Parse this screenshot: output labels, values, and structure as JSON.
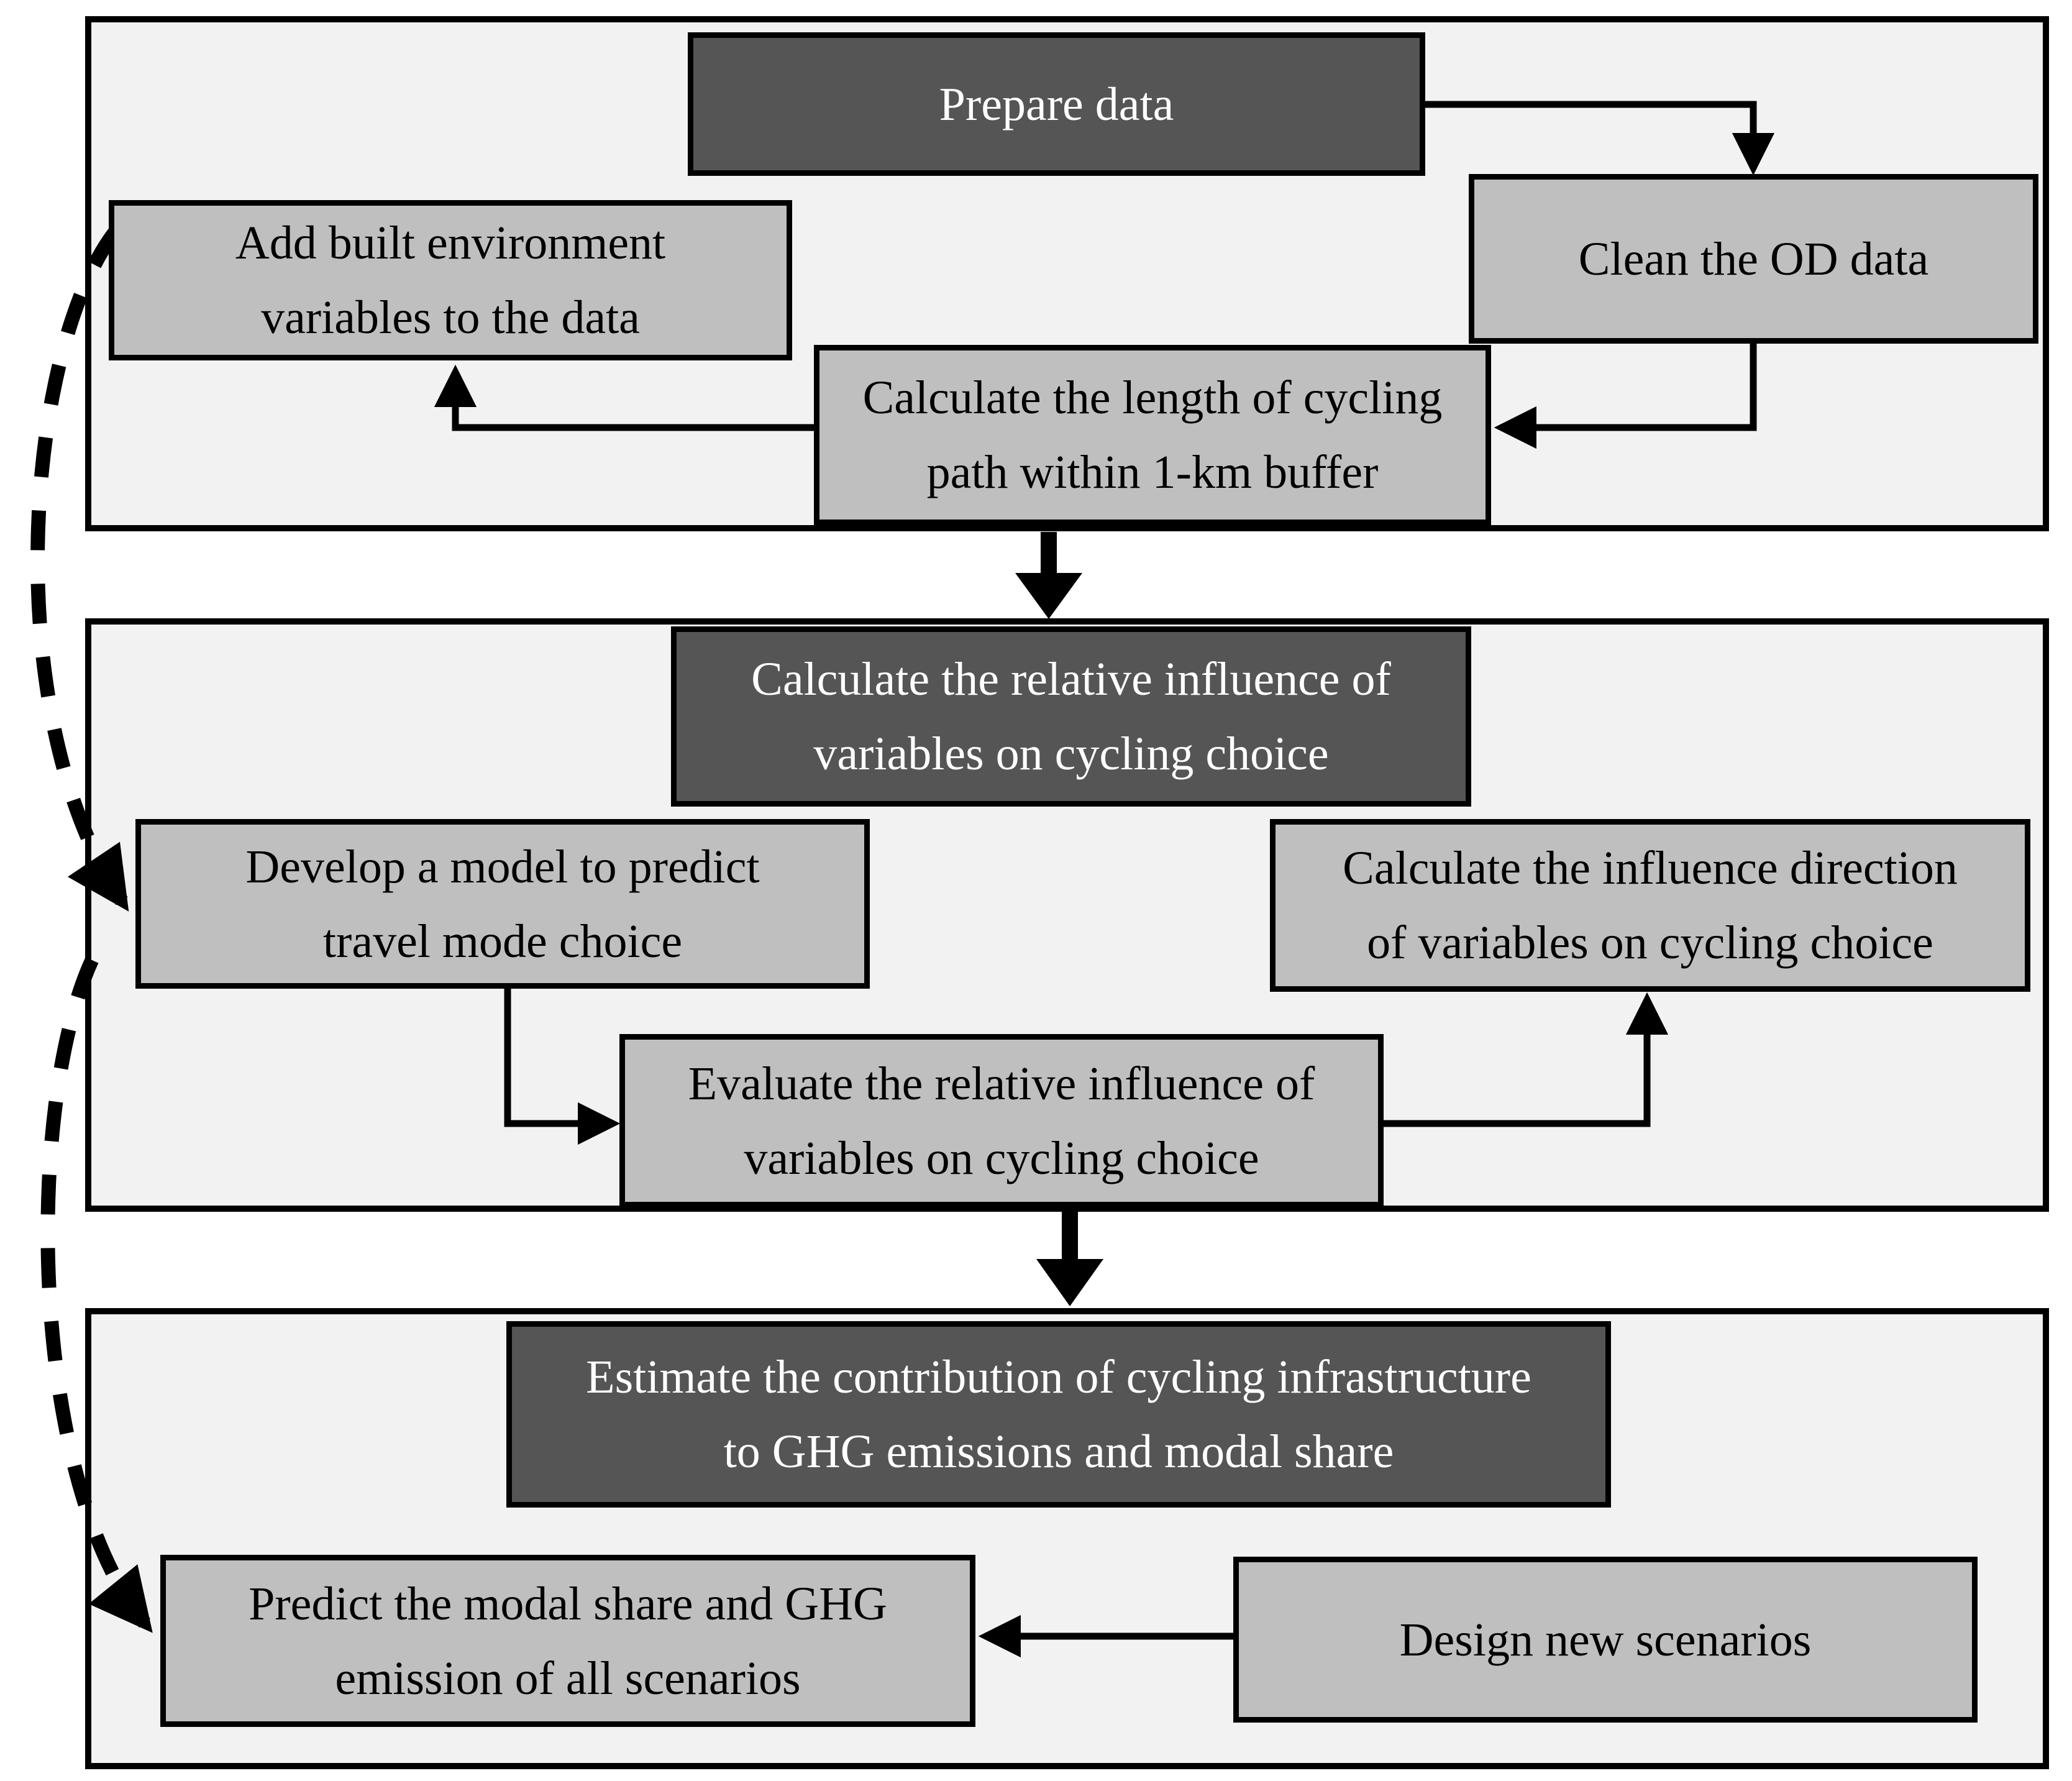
{
  "diagram": {
    "type": "flowchart",
    "colors": {
      "dark_box_fill": "#555555",
      "light_box_fill": "#bfbfbf",
      "panel_fill": "#f2f2f2",
      "border": "#000000",
      "dark_box_text": "#ffffff",
      "light_box_text": "#000000"
    },
    "phases": [
      {
        "header": "Prepare data"
      },
      {
        "header": "Calculate the relative influence of variables on cycling choice"
      },
      {
        "header": "Estimate the contribution of cycling infrastructure to GHG emissions and modal share"
      }
    ],
    "nodes": {
      "prepare": {
        "lines": [
          "Prepare data"
        ]
      },
      "clean": {
        "lines": [
          "Clean the OD data"
        ]
      },
      "add_built": {
        "lines": [
          "Add built environment",
          "variables to the data"
        ]
      },
      "calc_length": {
        "lines": [
          "Calculate the length of cycling",
          "path within 1-km buffer"
        ]
      },
      "calc_relative": {
        "lines": [
          "Calculate the relative influence of",
          "variables on cycling choice"
        ]
      },
      "develop_model": {
        "lines": [
          "Develop a model to predict",
          "travel mode choice"
        ]
      },
      "calc_direction": {
        "lines": [
          "Calculate the influence direction",
          "of variables on cycling choice"
        ]
      },
      "evaluate": {
        "lines": [
          "Evaluate the relative influence of",
          "variables on cycling choice"
        ]
      },
      "estimate": {
        "lines": [
          "Estimate the contribution of cycling infrastructure",
          "to GHG emissions and modal share"
        ]
      },
      "predict": {
        "lines": [
          "Predict the modal share and GHG",
          "emission of all scenarios"
        ]
      },
      "design": {
        "lines": [
          "Design new scenarios"
        ]
      }
    },
    "connections": [
      {
        "from": "prepare",
        "to": "clean",
        "style": "solid-elbow"
      },
      {
        "from": "clean",
        "to": "calc_length",
        "style": "solid-elbow"
      },
      {
        "from": "calc_length",
        "to": "add_built",
        "style": "solid-elbow"
      },
      {
        "from": "phase1",
        "to": "phase2",
        "style": "thick-down-arrow"
      },
      {
        "from": "develop_model",
        "to": "evaluate",
        "style": "solid-elbow"
      },
      {
        "from": "evaluate",
        "to": "calc_direction",
        "style": "solid-elbow"
      },
      {
        "from": "phase2",
        "to": "phase3",
        "style": "thick-down-arrow"
      },
      {
        "from": "design",
        "to": "predict",
        "style": "solid-straight"
      },
      {
        "from": "add_built",
        "to": "develop_model",
        "style": "dashed-curve"
      },
      {
        "from": "add_built",
        "to": "predict",
        "style": "dashed-curve"
      }
    ]
  }
}
